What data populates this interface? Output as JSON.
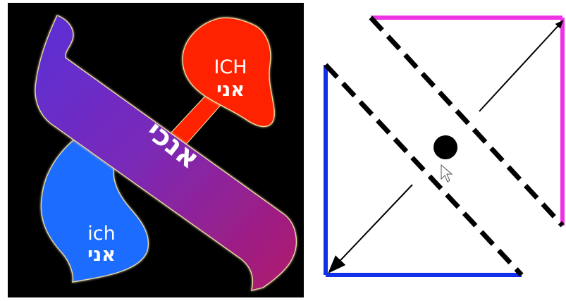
{
  "left": {
    "top_label_de": "ICH",
    "top_label_he": "אני",
    "bottom_label_de": "ich",
    "bottom_label_he": "אני",
    "center_label_he": "אנכי",
    "colors": {
      "background": "#000000",
      "top_leaf": "#ff2200",
      "bottom_leaf": "#1a6cff",
      "stroke_start": "#5a2fd6",
      "stroke_end": "#b0186a",
      "text": "#ffffff"
    }
  },
  "right": {
    "colors": {
      "left_edge": "#1130e8",
      "bottom_edge": "#1130e8",
      "top_edge": "#ee33e4",
      "right_edge": "#ee33e4",
      "dashes": "#000000",
      "arrows": "#000000",
      "center_dot": "#000000"
    },
    "icons": [
      "cursor-icon",
      "center-dot"
    ]
  }
}
